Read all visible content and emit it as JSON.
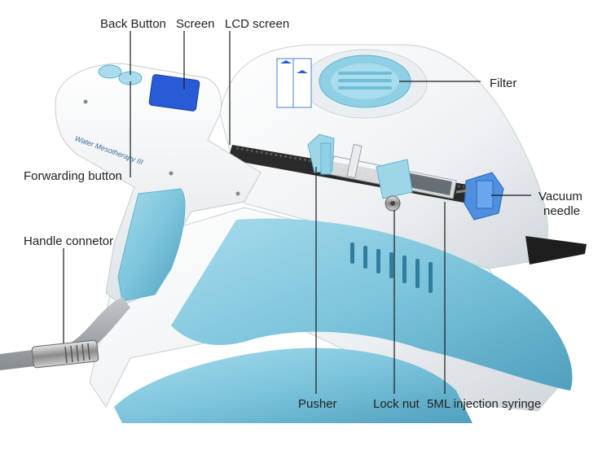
{
  "image": {
    "subject": "mesotherapy-injector-device",
    "colors": {
      "background": "#ffffff",
      "body_white": "#f2f4f5",
      "accent_blue": "#8fd0e4",
      "accent_blue_dark": "#5fb3cf",
      "screen": "#2a5bd7",
      "label_text": "#222222"
    }
  },
  "handle_text": "Water Mesotherapy III",
  "labels": {
    "back_button": "Back Button",
    "screen": "Screen",
    "lcd_screen": "LCD screen",
    "filter": "Filter",
    "forwarding_button": "Forwarding button",
    "vacuum_needle_line1": "Vacuum",
    "vacuum_needle_line2": "needle",
    "handle_connector": "Handle connetor",
    "pusher": "Pusher",
    "lock_nut": "Lock nut",
    "injection_syringe": "5ML injection syringe"
  }
}
